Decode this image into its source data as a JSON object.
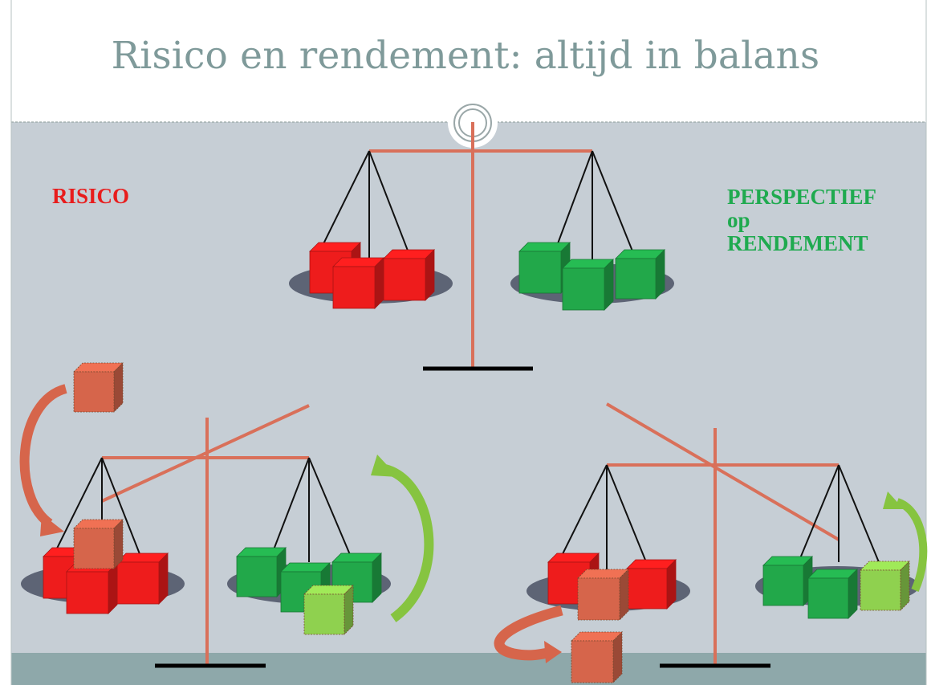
{
  "title": "Risico en rendement: altijd in balans",
  "labels": {
    "risico": "RISICO",
    "perspectief_line1": "PERSPECTIEF",
    "perspectief_line2": "op",
    "perspectief_line3": "RENDEMENT"
  },
  "colors": {
    "title": "#7f9a9a",
    "background": "#c6ced5",
    "footer_band": "#8ea8aa",
    "scale": "#d9705a",
    "risk": "#ee1c1c",
    "return": "#22a84a",
    "added_return": "#8fd14f",
    "moved_risk": "#d6654b",
    "risico_label": "#e81c1c",
    "perspectief_label": "#1faa4f"
  },
  "scales": [
    {
      "id": "top",
      "state": "balanced",
      "left_pan": [
        "risk",
        "risk",
        "risk"
      ],
      "right_pan": [
        "return",
        "return",
        "return"
      ]
    },
    {
      "id": "bottom-left",
      "state": "tilted",
      "left_pan": [
        "risk",
        "risk",
        "risk",
        "added-risk"
      ],
      "right_pan": [
        "return",
        "return",
        "return",
        "added-return"
      ]
    },
    {
      "id": "bottom-right",
      "state": "tilted",
      "left_pan": [
        "risk",
        "risk",
        "risk"
      ],
      "right_pan": [
        "return",
        "return",
        "added-return"
      ],
      "removed": [
        "risk"
      ]
    }
  ]
}
